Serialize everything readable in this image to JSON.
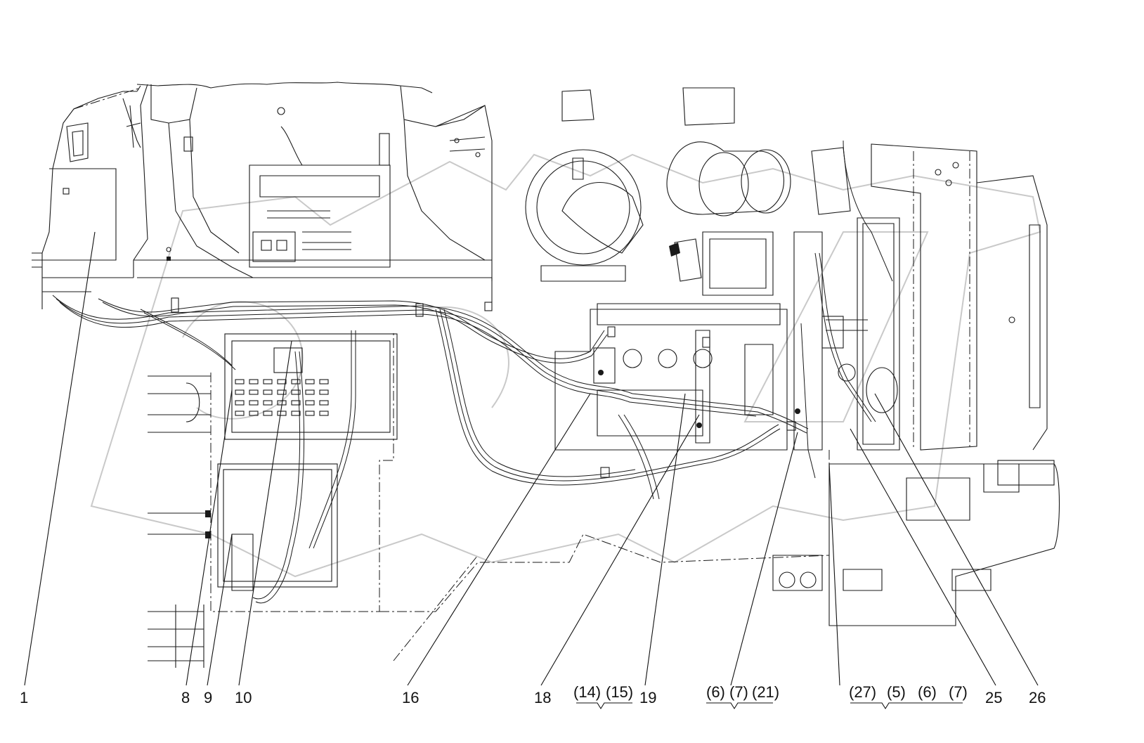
{
  "callouts": [
    {
      "id": "1",
      "text": "1"
    },
    {
      "id": "8",
      "text": "8"
    },
    {
      "id": "9",
      "text": "9"
    },
    {
      "id": "10",
      "text": "10"
    },
    {
      "id": "16",
      "text": "16"
    },
    {
      "id": "18",
      "text": "18"
    },
    {
      "id": "14",
      "text": "(14)"
    },
    {
      "id": "15",
      "text": "(15)"
    },
    {
      "id": "19",
      "text": "19"
    },
    {
      "id": "6a",
      "text": "(6)"
    },
    {
      "id": "7a",
      "text": "(7)"
    },
    {
      "id": "21",
      "text": "(21)"
    },
    {
      "id": "27",
      "text": "(27)"
    },
    {
      "id": "5",
      "text": "(5)"
    },
    {
      "id": "6b",
      "text": "(6)"
    },
    {
      "id": "7b",
      "text": "(7)"
    },
    {
      "id": "25",
      "text": "25"
    },
    {
      "id": "26",
      "text": "26"
    }
  ],
  "colors": {
    "line": "#1a1a1a",
    "background": "#ffffff",
    "watermark": "#c9c9c9"
  }
}
